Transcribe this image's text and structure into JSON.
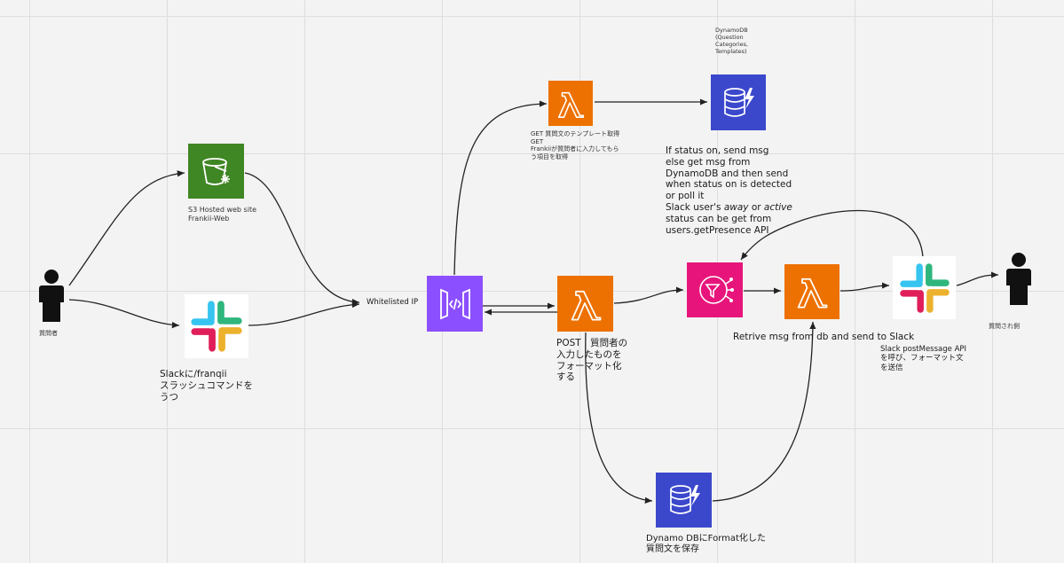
{
  "colors": {
    "compute_orange": "#ED7100",
    "database_blue": "#3B48CC",
    "storage_green": "#3F8624",
    "network_purple": "#8C4FFF",
    "integration_pink": "#E7157B",
    "slack_blue": "#36C5F0",
    "slack_green": "#2EB67D",
    "slack_yellow": "#ECB22E",
    "slack_red": "#E01E5A"
  },
  "nodes": {
    "questioner": {
      "icon": "person-icon",
      "label": "質問者"
    },
    "s3": {
      "icon": "s3-bucket-icon",
      "label": "S3 Hosted web site\nFrankii-Web"
    },
    "slack_left": {
      "icon": "slack-logo-icon",
      "label": "Slackに/franqii\nスラッシュコマンドを\nうつ"
    },
    "gateway": {
      "icon": "api-gateway-icon",
      "label": "Whitelisted IP"
    },
    "lambda_get": {
      "icon": "lambda-icon",
      "label": "GET 質問文のテンプレート取得\nGET\nFrankiiが質問者に入力してもら\nう項目を取得"
    },
    "dynamo_top": {
      "icon": "dynamodb-icon",
      "label": "DynamoDB\n(Question\nCategories,\nTemplates)"
    },
    "lambda_post": {
      "icon": "lambda-icon",
      "label": "POST　質問者の\n入力したものを\nフォーマット化\nする"
    },
    "dynamo_bottom": {
      "icon": "dynamodb-icon",
      "label": "Dynamo DBにFormat化した\n質問文を保存"
    },
    "sns": {
      "icon": "sns-icon",
      "label": ""
    },
    "lambda_send": {
      "icon": "lambda-icon",
      "label": "Retrive msg from db and send to Slack"
    },
    "slack_right": {
      "icon": "slack-logo-icon",
      "label": "Slack postMessage API\nを呼び、フォーマット文\nを送信"
    },
    "answerer": {
      "icon": "person-icon",
      "label": "質問され側"
    }
  },
  "notes": {
    "status_plain": "If status on, send msg\nelse get msg from\nDynamoDB and then send\nwhen status on is detected\nor poll it\nSlack user's ",
    "status_away": "away",
    "status_or": " or ",
    "status_active": "active",
    "status_tail": "\nstatus can be get from\nusers.getPresence API"
  }
}
